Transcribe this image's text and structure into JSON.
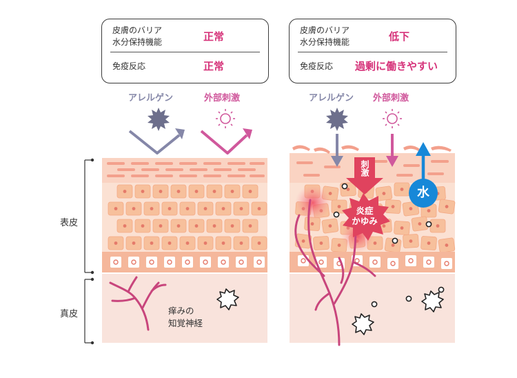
{
  "normal_panel": {
    "barrier_label_line1": "皮膚のバリア",
    "barrier_label_line2": "水分保持機能",
    "barrier_value": "正常",
    "immune_label": "免疫反応",
    "immune_value": "正常",
    "allergen_label": "アレルゲン",
    "external_label": "外部刺激"
  },
  "damaged_panel": {
    "barrier_label_line1": "皮膚のバリア",
    "barrier_label_line2": "水分保持機能",
    "barrier_value": "低下",
    "immune_label": "免疫反応",
    "immune_value": "過剰に働きやすい",
    "allergen_label": "アレルゲン",
    "external_label": "外部刺激",
    "stimulus_badge": "刺激",
    "inflammation_line1": "炎症",
    "inflammation_line2": "かゆみ",
    "water_label": "水"
  },
  "layers": {
    "epidermis": "表皮",
    "dermis": "真皮"
  },
  "nerve": {
    "line1": "痒みの",
    "line2": "知覚神経"
  },
  "colors": {
    "value_magenta": "#d6337a",
    "allergen_purple": "#8587a8",
    "external_pink": "#d0589c",
    "inflammation_red": "#e0435e",
    "water_blue": "#1788d8",
    "nerve_pink": "#c8457c",
    "skin_top": "#f7c5b1",
    "cell_fill": "#f6b98f",
    "dermis": "#f9e3dc"
  }
}
